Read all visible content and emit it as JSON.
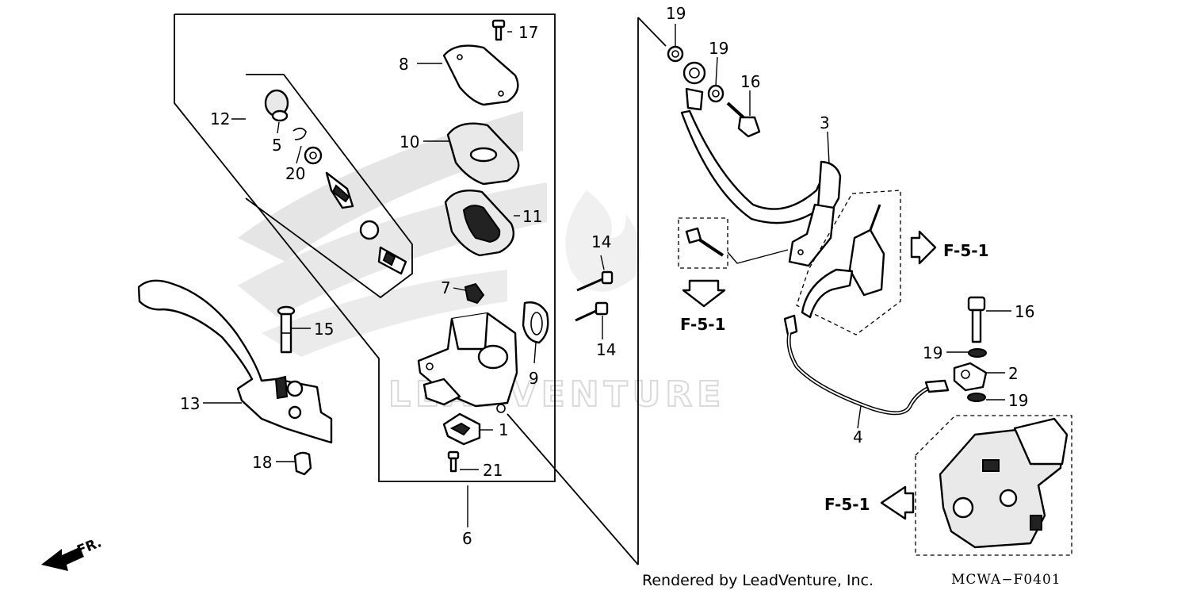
{
  "callouts": {
    "c1": "1",
    "c2": "2",
    "c3": "3",
    "c4": "4",
    "c5": "5",
    "c6": "6",
    "c7": "7",
    "c8": "8",
    "c9": "9",
    "c10": "10",
    "c11": "11",
    "c12": "12",
    "c13": "13",
    "c14a": "14",
    "c14b": "14",
    "c15": "15",
    "c16a": "16",
    "c16b": "16",
    "c17": "17",
    "c18": "18",
    "c19a": "19",
    "c19b": "19",
    "c19c": "19",
    "c19d": "19",
    "c20": "20",
    "c21": "21"
  },
  "refs": {
    "ref1": "F-5-1",
    "ref2": "F-5-1",
    "ref3": "F-5-1"
  },
  "orientation": "FR.",
  "watermark": "LEADVENTURE",
  "credit": "Rendered by LeadVenture, Inc.",
  "diagram_code": "MCWA−F0401"
}
